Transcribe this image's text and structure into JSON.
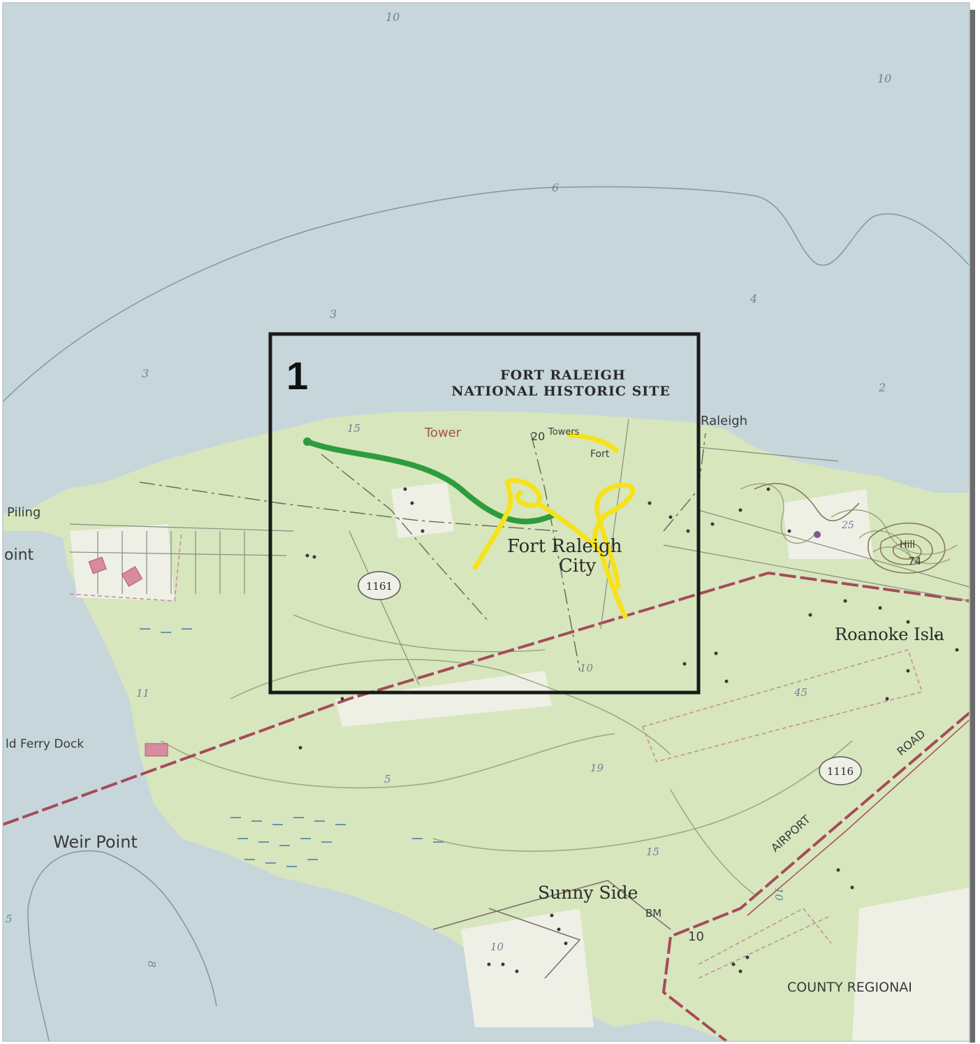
{
  "map": {
    "box_label": "1",
    "site_title_line1": "FORT RALEIGH",
    "site_title_line2": "NATIONAL HISTORIC SITE",
    "places": {
      "raleigh": "Raleigh",
      "tower": "Tower",
      "towers": "Towers",
      "fort": "Fort",
      "fort_raleigh": "Fort Raleigh",
      "city": "City",
      "piling": "Piling",
      "point": "oint",
      "ferry_dock": "ld Ferry Dock",
      "weir_point": "Weir Point",
      "sunny_side": "Sunny Side",
      "roanoke_island": "Roanoke Isla",
      "airport": "AIRPORT",
      "road": "ROAD",
      "county_regional": "COUNTY REGIONAI",
      "hill": "Hill",
      "bm": "BM"
    },
    "route_numbers": {
      "r1161": "1161",
      "r1116": "1116"
    },
    "contour_values": {
      "c10_top": "10",
      "c10_right": "10",
      "c6": "6",
      "c3_a": "3",
      "c3_b": "3",
      "c4": "4",
      "c2": "2",
      "c15_a": "15",
      "c20": "20",
      "c25": "25",
      "c74": "74",
      "c10_city": "10",
      "c45": "45",
      "c11": "11",
      "c5": "5",
      "c19": "19",
      "c15_b": "15",
      "c10_bm": "10",
      "c10_airport": "10",
      "c10_sunny": "10",
      "c5_left": "5",
      "c8": "8"
    },
    "colors": {
      "water": "#c6d6db",
      "land": "#d7e6bd",
      "green_route": "#2e9b3f",
      "yellow_route": "#f6e21c",
      "box": "#1a1a1a"
    }
  }
}
